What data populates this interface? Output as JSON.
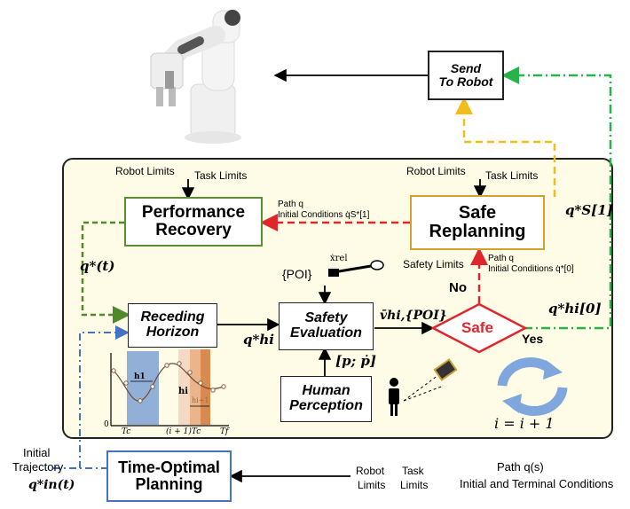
{
  "nodes": {
    "send_to_robot": [
      "Send",
      "To Robot"
    ],
    "performance_recovery": [
      "Performance",
      "Recovery"
    ],
    "safe_replanning": [
      "Safe",
      "Replanning"
    ],
    "receding_horizon": [
      "Receding",
      "Horizon"
    ],
    "safety_evaluation": [
      "Safety",
      "Evaluation"
    ],
    "human_perception": [
      "Human",
      "Perception"
    ],
    "time_optimal_planning": [
      "Time-Optimal",
      "Planning"
    ],
    "safe_decision": "Safe"
  },
  "labels": {
    "robot_limits": "Robot Limits",
    "task_limits": "Task Limits",
    "robot_limits_bottom": [
      "Robot",
      "Limits"
    ],
    "task_limits_bottom": [
      "Task",
      "Limits"
    ],
    "path_q_left": "Path q",
    "initial_conditions_left": "Initial Conditions q̇S*[1]",
    "safety_limits": "Safety Limits",
    "path_q_right": "Path q",
    "initial_conditions_right": "Initial Conditions q̇*[0]",
    "no": "No",
    "yes": "Yes",
    "poi": "{POI}",
    "xrel": "ẋrel",
    "q_star_t": "q*(t)",
    "q_h_star": "q*hi",
    "v_h_poi": "v̄hi,{POI}",
    "p_pdot": "[p; ṗ]",
    "q_s_star_1": "q*S[1]",
    "q_h_star_0": "q*hi[0]",
    "iter": "i = i + 1",
    "initial_trajectory": [
      "Initial",
      "Trajectory"
    ],
    "q_in_star": "q*in(t)",
    "path_qs": "Path q(s)",
    "initial_terminal": "Initial and Terminal Conditions",
    "plot_h1": "h1",
    "plot_hi": "hi",
    "plot_hi1": "hi+1",
    "plot_zero": "0",
    "plot_tc": "Tc",
    "plot_i1tc": "(i + 1)Tc",
    "plot_tf": "Tf"
  },
  "colors": {
    "panel_bg": "#fefce6",
    "green_border": "#5b8e35",
    "gold_border": "#d4a22a",
    "red": "#e0262a",
    "yellow_arrow": "#f2bc1b",
    "green_dash": "#27b24a",
    "olive_dash": "#4e8a2a",
    "blue_dash": "#4472c4"
  },
  "icons": [
    "robot-arm-icon",
    "human-icon",
    "camera-sensor-icon",
    "refresh-cycle-icon"
  ]
}
